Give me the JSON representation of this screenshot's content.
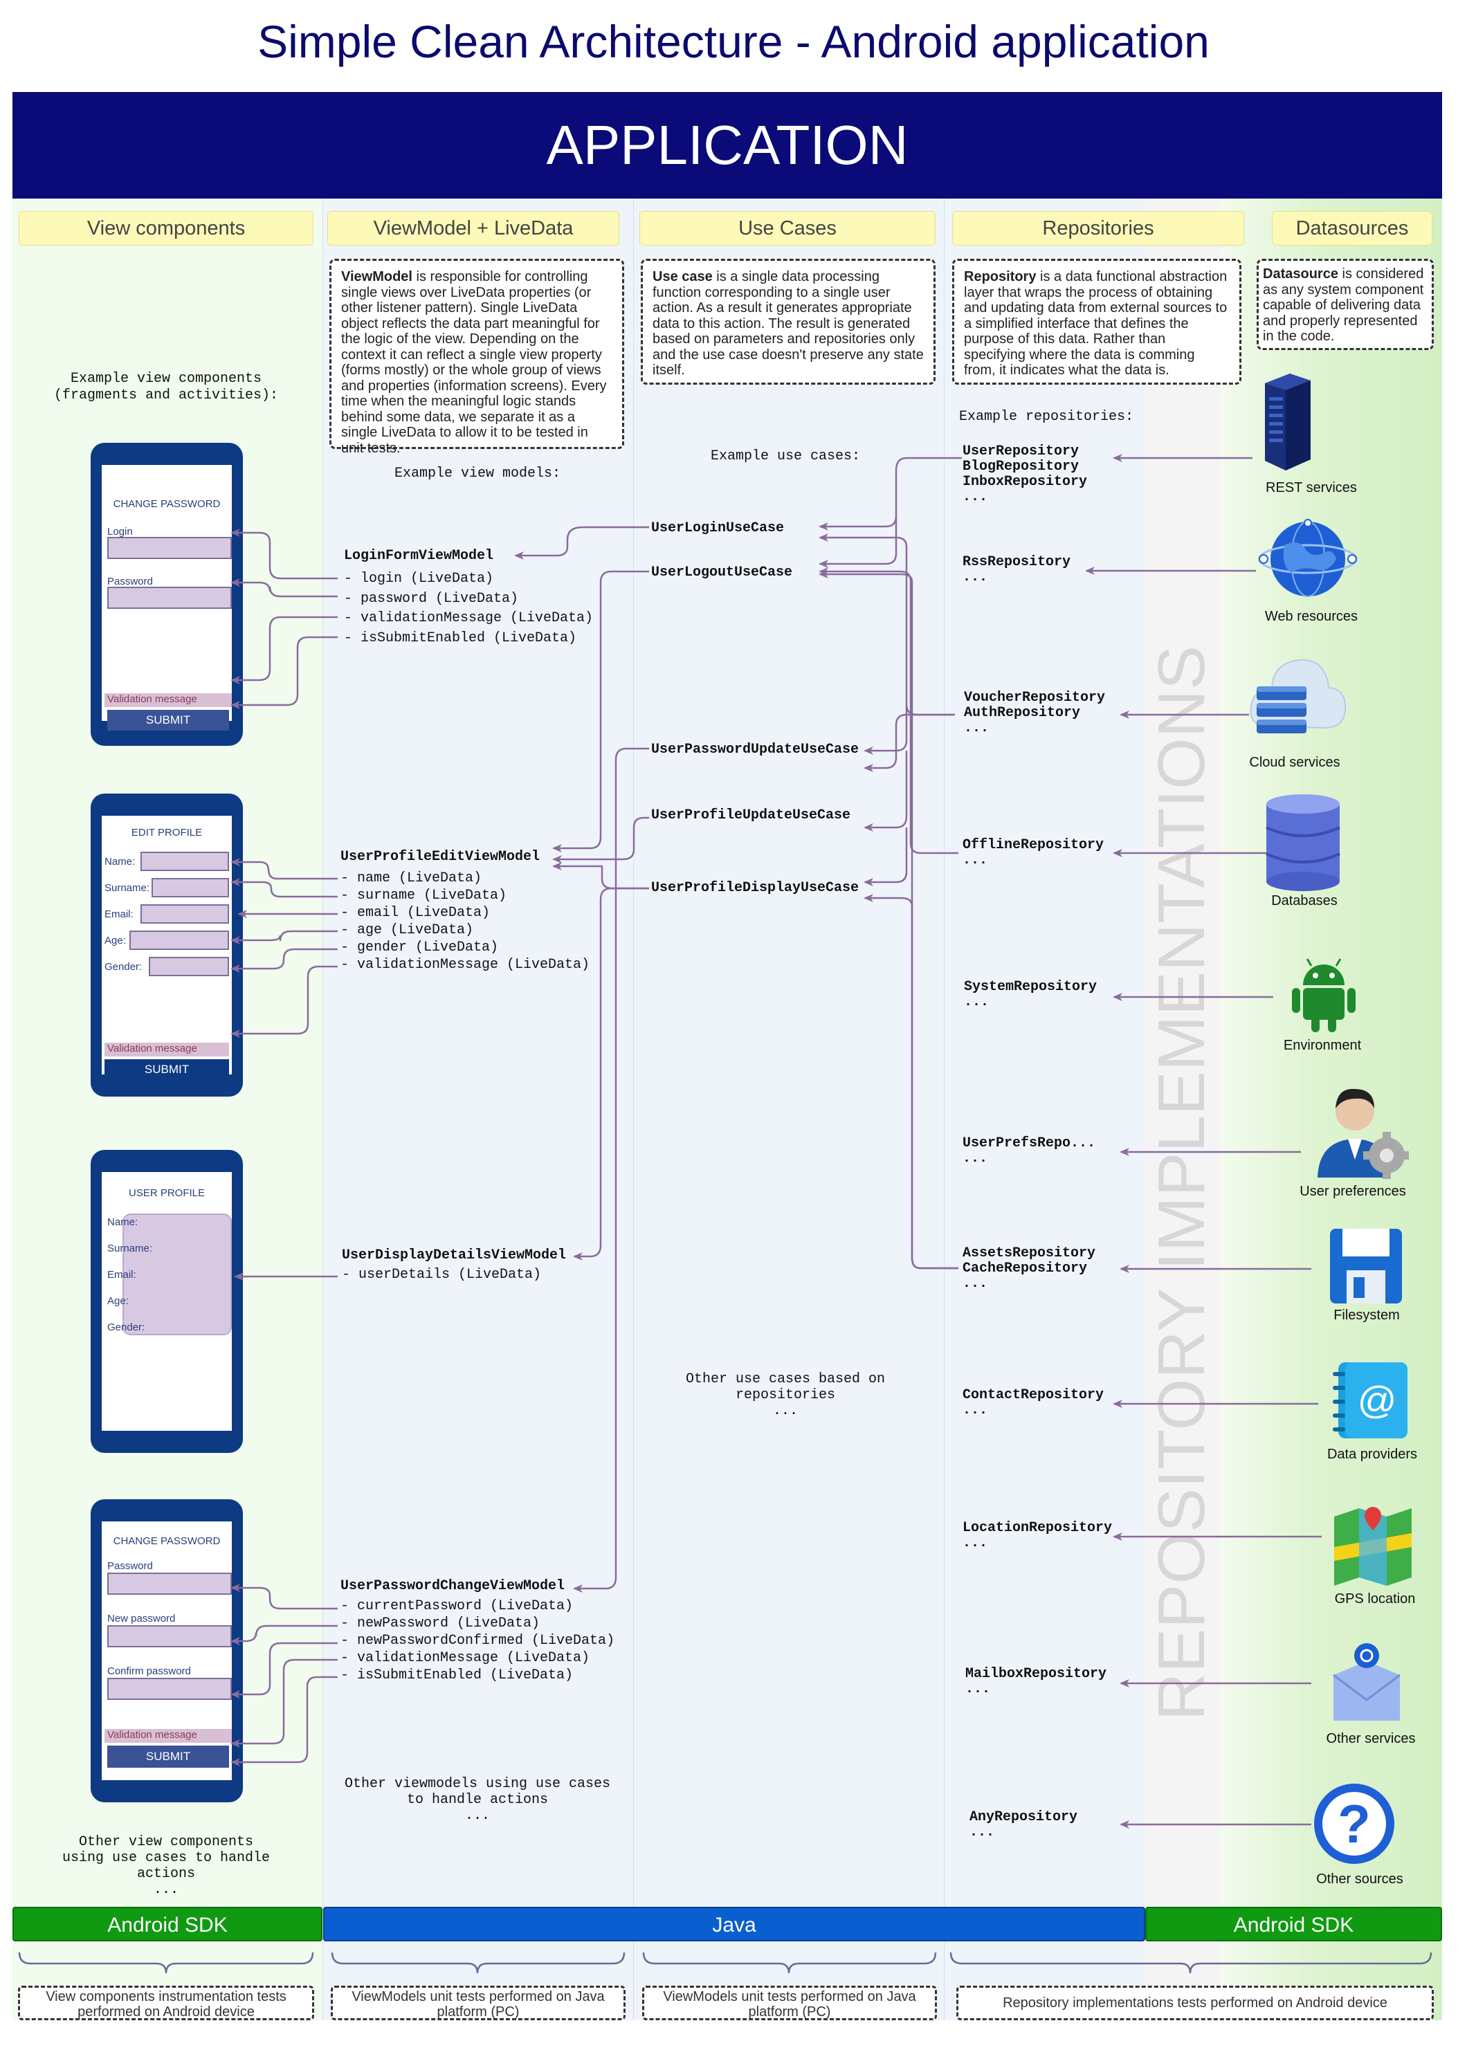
{
  "title": "Simple Clean Architecture - Android application",
  "app_banner": "APPLICATION",
  "columns": {
    "view": "View components",
    "viewmodel": "ViewModel + LiveData",
    "usecases": "Use Cases",
    "repositories": "Repositories",
    "datasources": "Datasources"
  },
  "descriptions": {
    "viewmodel_term": "ViewModel",
    "viewmodel_text": " is responsible for controlling single views over LiveData properties (or other listener pattern). Single LiveData object reflects the data part meaningful for the logic of the view. Depending on the context it can reflect a single view property (forms mostly) or the whole group of views and properties (information screens). Every time when the meaningful logic stands behind some data, we separate it as a single LiveData to allow it to be tested in unit tests.",
    "usecase_term": "Use case",
    "usecase_text": " is a single data processing function corresponding to a single user action. As a result it generates appropriate data to this action. The result is generated based on parameters and repositories only and the use case doesn't preserve any state itself.",
    "repository_term": "Repository",
    "repository_text": " is a data functional abstraction layer that wraps the process of obtaining and updating data from external sources to a simplified interface that defines the purpose of this data. Rather than specifying where the data is comming from, it indicates what the data is.",
    "datasource_term": "Datasource",
    "datasource_text": " is considered as any system component capable of delivering data and properly represented in the code."
  },
  "labels": {
    "example_views": "Example view components\n(fragments and activities):",
    "example_viewmodels": "Example view models:",
    "example_usecases": "Example use cases:",
    "example_repositories": "Example repositories:",
    "other_views": "Other view components\nusing use cases to handle\nactions\n...",
    "other_viewmodels": "Other viewmodels using use cases\nto handle actions\n...",
    "other_usecases": "Other use cases based on\nrepositories\n...",
    "repo_impl": "REPOSITORY IMPLEMENTATIONS"
  },
  "phones": {
    "change_password": {
      "title": "CHANGE PASSWORD",
      "login": "Login",
      "password": "Password",
      "validation": "Validation message",
      "submit": "SUBMIT"
    },
    "edit_profile": {
      "title": "EDIT PROFILE",
      "name": "Name:",
      "surname": "Surname:",
      "email": "Email:",
      "age": "Age:",
      "gender": "Gender:",
      "validation": "Validation message",
      "submit": "SUBMIT"
    },
    "user_profile": {
      "title": "USER PROFILE",
      "name": "Name:",
      "surname": "Surname:",
      "email": "Email:",
      "age": "Age:",
      "gender": "Gender:"
    },
    "change_password2": {
      "title": "CHANGE PASSWORD",
      "password": "Password",
      "new_password": "New password",
      "confirm_password": "Confirm password",
      "validation": "Validation message",
      "submit": "SUBMIT"
    }
  },
  "viewmodels": [
    {
      "name": "LoginFormViewModel",
      "props": "- login (LiveData)\n- password (LiveData)\n- validationMessage (LiveData)\n- isSubmitEnabled (LiveData)"
    },
    {
      "name": "UserProfileEditViewModel",
      "props": "- name (LiveData)\n- surname (LiveData)\n- email (LiveData)\n- age (LiveData)\n- gender (LiveData)\n- validationMessage (LiveData)"
    },
    {
      "name": "UserDisplayDetailsViewModel",
      "props": "- userDetails (LiveData)"
    },
    {
      "name": "UserPasswordChangeViewModel",
      "props": "- currentPassword (LiveData)\n- newPassword (LiveData)\n- newPasswordConfirmed (LiveData)\n- validationMessage (LiveData)\n- isSubmitEnabled (LiveData)"
    }
  ],
  "usecases": [
    "UserLoginUseCase",
    "UserLogoutUseCase",
    "UserPasswordUpdateUseCase",
    "UserProfileUpdateUseCase",
    "UserProfileDisplayUseCase"
  ],
  "repositories": [
    "UserRepository\nBlogRepository\nInboxRepository\n...",
    "RssRepository\n...",
    "VoucherRepository\nAuthRepository\n...",
    "OfflineRepository\n...",
    "SystemRepository\n...",
    "UserPrefsRepo...\n...",
    "AssetsRepository\nCacheRepository\n...",
    "ContactRepository\n...",
    "LocationRepository\n...",
    "MailboxRepository\n...",
    "AnyRepository\n..."
  ],
  "datasources": [
    "REST services",
    "Web resources",
    "Cloud services",
    "Databases",
    "Environment",
    "User preferences",
    "Filesystem",
    "Data providers",
    "GPS location",
    "Other services",
    "Other sources"
  ],
  "bottom": {
    "sdk_left": "Android SDK",
    "java": "Java",
    "sdk_right": "Android SDK",
    "test_view": "View components instrumentation tests performed on Android device",
    "test_vm": "ViewModels unit tests performed on Java platform (PC)",
    "test_uc": "ViewModels unit tests performed on Java platform (PC)",
    "test_repo": "Repository implementations tests performed on Android device"
  },
  "colors": {
    "navy": "#0a0a78",
    "arrow": "#8a6b9c",
    "sdk_green": "#0f9a12",
    "java_blue": "#0a5fd0",
    "header_yellow": "#fdf9b8"
  }
}
